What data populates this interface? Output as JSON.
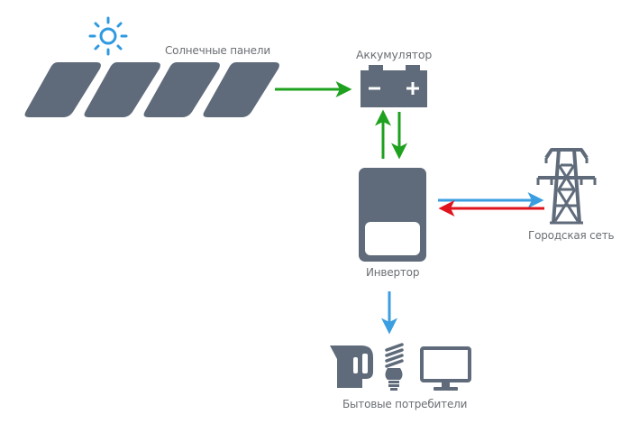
{
  "labels": {
    "solar_panels": "Солнечные панели",
    "battery": "Аккумулятор",
    "inverter": "Инвертор",
    "grid": "Городская сеть",
    "consumers": "Бытовые потребители"
  },
  "battery_symbols": {
    "minus": "−",
    "plus": "+"
  },
  "colors": {
    "device": "#5f6b7a",
    "sun": "#2f9ae0",
    "green_flow": "#1ea11e",
    "blue_flow": "#3a9ee0",
    "red_flow": "#e0141e",
    "label": "#6b6f74"
  },
  "flows": [
    {
      "from": "solar_panels",
      "to": "battery",
      "color": "green"
    },
    {
      "from": "inverter",
      "to": "battery",
      "color": "green"
    },
    {
      "from": "battery",
      "to": "inverter",
      "color": "green"
    },
    {
      "from": "inverter",
      "to": "grid",
      "color": "blue"
    },
    {
      "from": "grid",
      "to": "inverter",
      "color": "red"
    },
    {
      "from": "inverter",
      "to": "consumers",
      "color": "blue"
    }
  ],
  "icons": [
    "sun-icon",
    "solar-panel-icon",
    "battery-icon",
    "inverter-icon",
    "power-tower-icon",
    "kettle-icon",
    "light-bulb-icon",
    "monitor-icon"
  ]
}
